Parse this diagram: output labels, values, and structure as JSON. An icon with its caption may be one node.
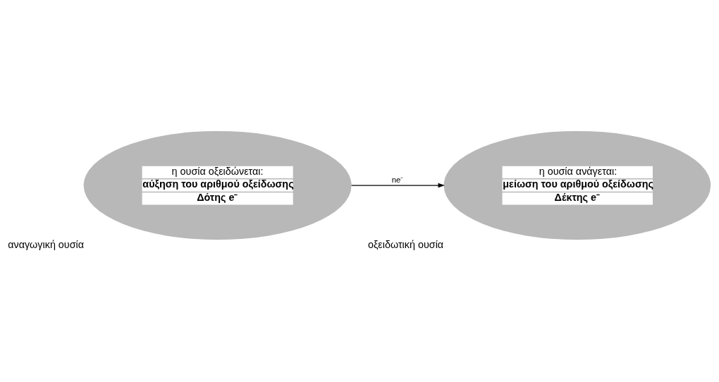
{
  "diagram": {
    "nodes": [
      {
        "text": [
          "η ουσία οξειδώνεται:",
          "αύξηση του αριθμού οξείδωσης",
          "Δότης e⁻"
        ],
        "beside": [
          "αναγωγική ουσία"
        ]
      },
      {
        "text": [
          "η ουσία ανάγεται:",
          "μείωση του αριθμού οξείδωσης",
          "Δέκτης e⁻"
        ],
        "beside": [
          "οξειδωτική ουσία"
        ]
      }
    ],
    "edges": [
      {
        "from": 0,
        "to": 1,
        "arrow": "to",
        "label": "ne⁻"
      }
    ]
  }
}
